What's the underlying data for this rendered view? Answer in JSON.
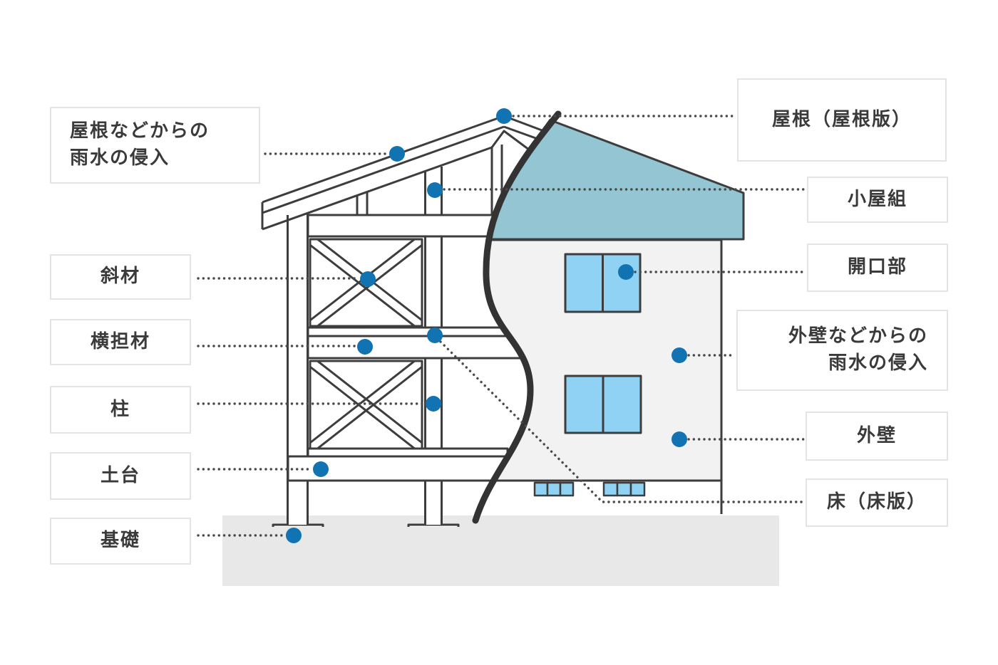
{
  "diagram": {
    "type": "house-structure-cutaway",
    "left_labels": [
      {
        "id": "roof-rainwater-intrusion",
        "text": "屋根などからの\n雨水の侵入"
      },
      {
        "id": "diagonal-member",
        "text": "斜材"
      },
      {
        "id": "horizontal-member",
        "text": "横担材"
      },
      {
        "id": "column",
        "text": "柱"
      },
      {
        "id": "sill",
        "text": "土台"
      },
      {
        "id": "foundation",
        "text": "基礎"
      }
    ],
    "right_labels": [
      {
        "id": "roof-panel",
        "text": "屋根（屋根版）"
      },
      {
        "id": "roof-framing",
        "text": "小屋組"
      },
      {
        "id": "opening",
        "text": "開口部"
      },
      {
        "id": "wall-rainwater-intrusion",
        "text": "外壁などからの\n雨水の侵入"
      },
      {
        "id": "exterior-wall",
        "text": "外壁"
      },
      {
        "id": "floor-panel",
        "text": "床（床版）"
      }
    ],
    "colors": {
      "marker_blue": "#1173b2",
      "roof_teal": "#93c6d2",
      "window_blue": "#90d2f4",
      "wall_gray": "#f2f2f2",
      "ground_gray": "#e8e8e8",
      "line_dark": "#3d3d3d",
      "curve_black": "#333333",
      "label_border": "#e4e4e4",
      "text_dark": "#3a3a3a"
    }
  }
}
